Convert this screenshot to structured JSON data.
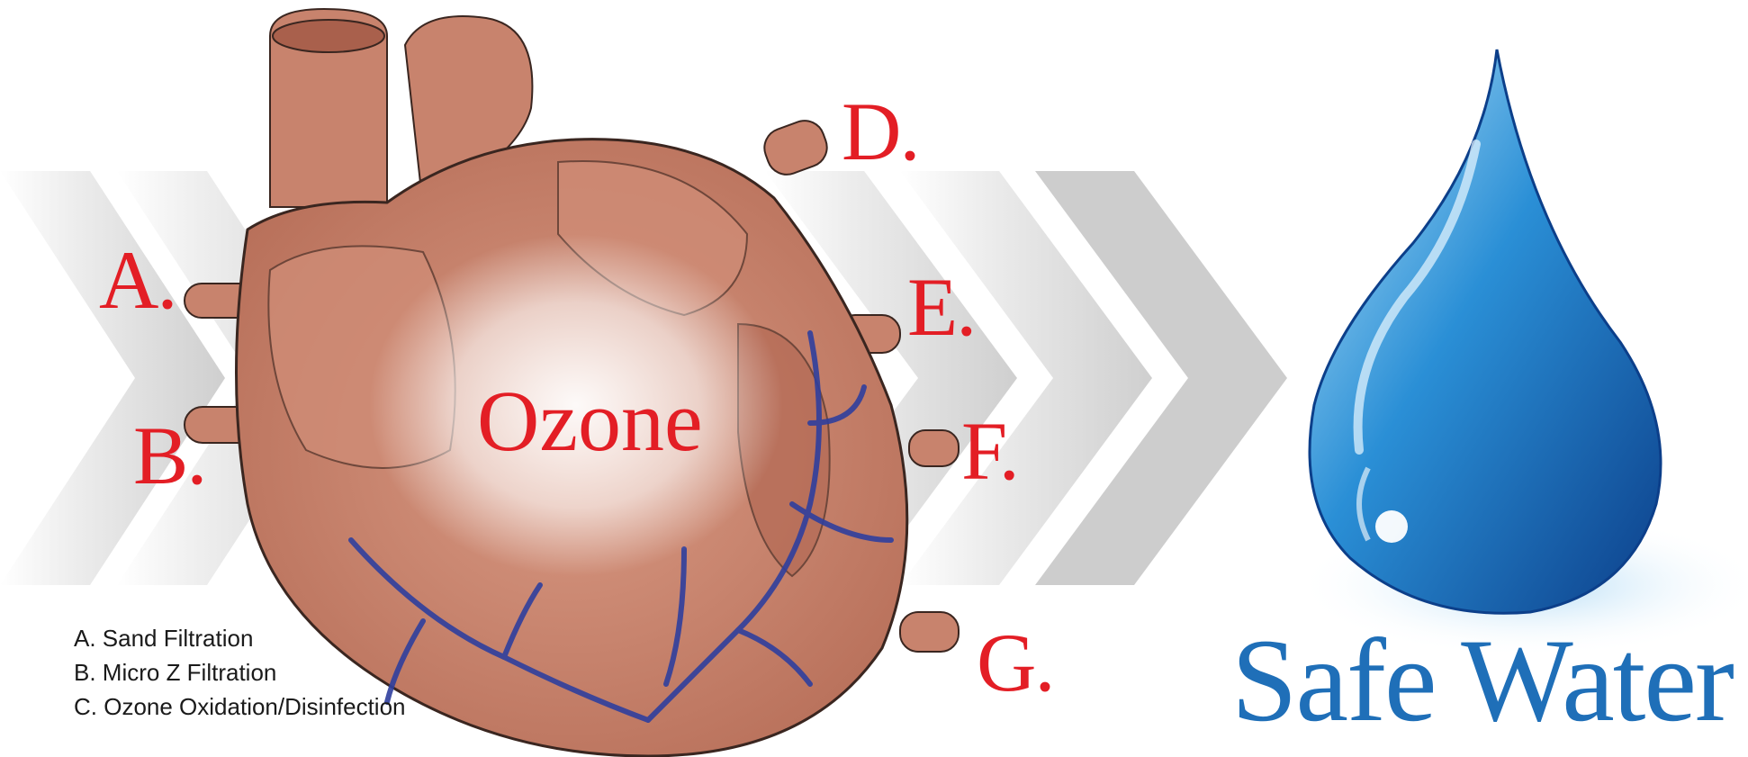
{
  "stage_labels": {
    "a": "A.",
    "b": "B.",
    "d": "D.",
    "e": "E.",
    "f": "F.",
    "g": "G."
  },
  "center_label": "Ozone",
  "legend": [
    "A. Sand Filtration",
    "B. Micro Z Filtration",
    "C. Ozone Oxidation/Disinfection"
  ],
  "result_title": "Safe Water",
  "colors": {
    "label_red": "#e31e25",
    "water_blue": "#1f6fb8",
    "heart_tissue": "#c8836d",
    "vessel_blue": "#2f3f9e",
    "chevron_gray": "#d9d9d9"
  },
  "icons": {
    "heart": "anatomical-heart-illustration",
    "drop": "water-drop-icon",
    "arrows": "chevron-arrows"
  }
}
